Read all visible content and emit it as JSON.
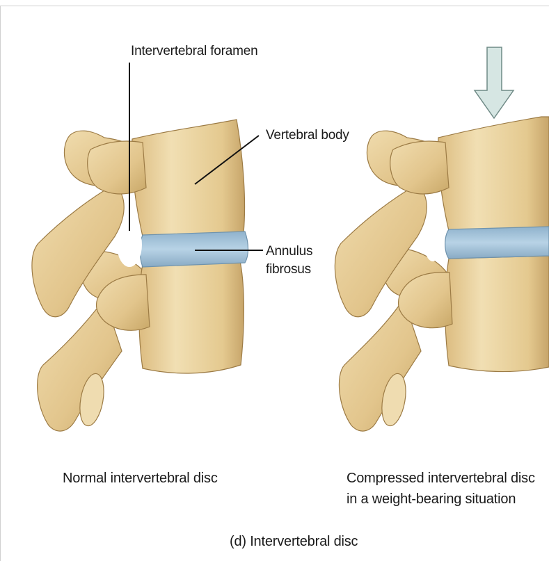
{
  "labels": {
    "foramen": "Intervertebral foramen",
    "vertebral_body": "Vertebral body",
    "annulus_line1": "Annulus",
    "annulus_line2": "fibrosus"
  },
  "captions": {
    "normal": "Normal intervertebral disc",
    "compressed_line1": "Compressed intervertebral disc",
    "compressed_line2": "in a weight-bearing situation",
    "figure": "(d) Intervertebral disc"
  },
  "colors": {
    "bone": "#e6cc96",
    "bone_shadow": "#b8975a",
    "disc": "#a9c7dc",
    "arrow": "#d6e6e3"
  }
}
